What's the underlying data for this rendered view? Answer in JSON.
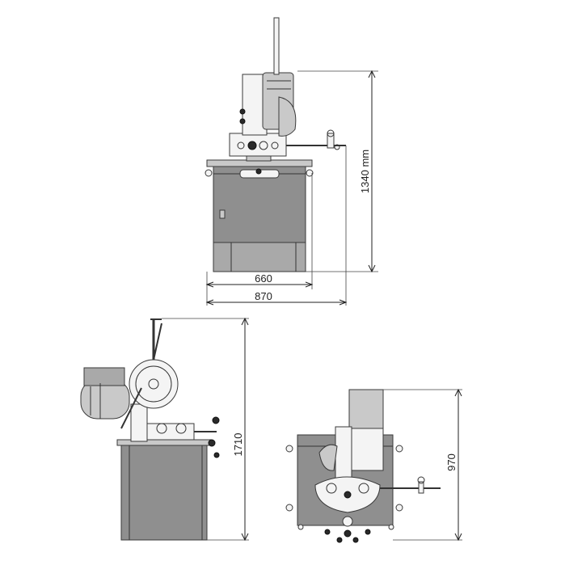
{
  "dimensions": {
    "front_height": "1340 mm",
    "front_base_width": "660",
    "front_total_width": "870",
    "side_height": "1710",
    "top_depth": "970"
  },
  "colors": {
    "body": "#8f8f8f",
    "parts": "#c9c9c9",
    "lines": "#222222"
  }
}
